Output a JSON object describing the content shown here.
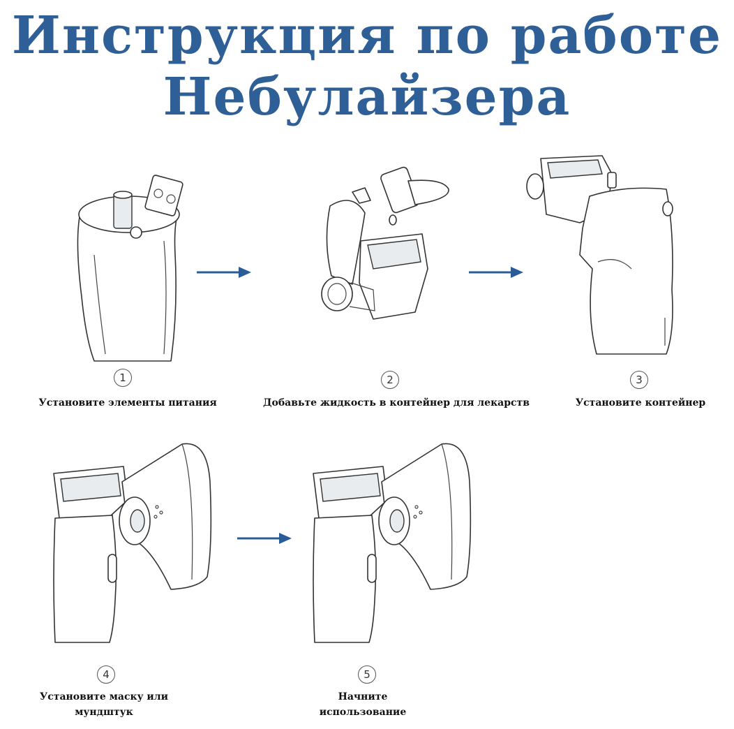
{
  "title": {
    "line1": "Инструкция по работе",
    "line2": "Небулайзера",
    "color": "#2f5f97"
  },
  "arrow_color": "#2a5d98",
  "steps": [
    {
      "number": "1",
      "caption": "Установите элементы питания"
    },
    {
      "number": "2",
      "caption": "Добавьте жидкость в контейнер для лекарств"
    },
    {
      "number": "3",
      "caption": "Установите контейнер"
    },
    {
      "number": "4",
      "caption": "Установите маску или мундштук"
    },
    {
      "number": "5",
      "caption": "Начните использование"
    }
  ]
}
